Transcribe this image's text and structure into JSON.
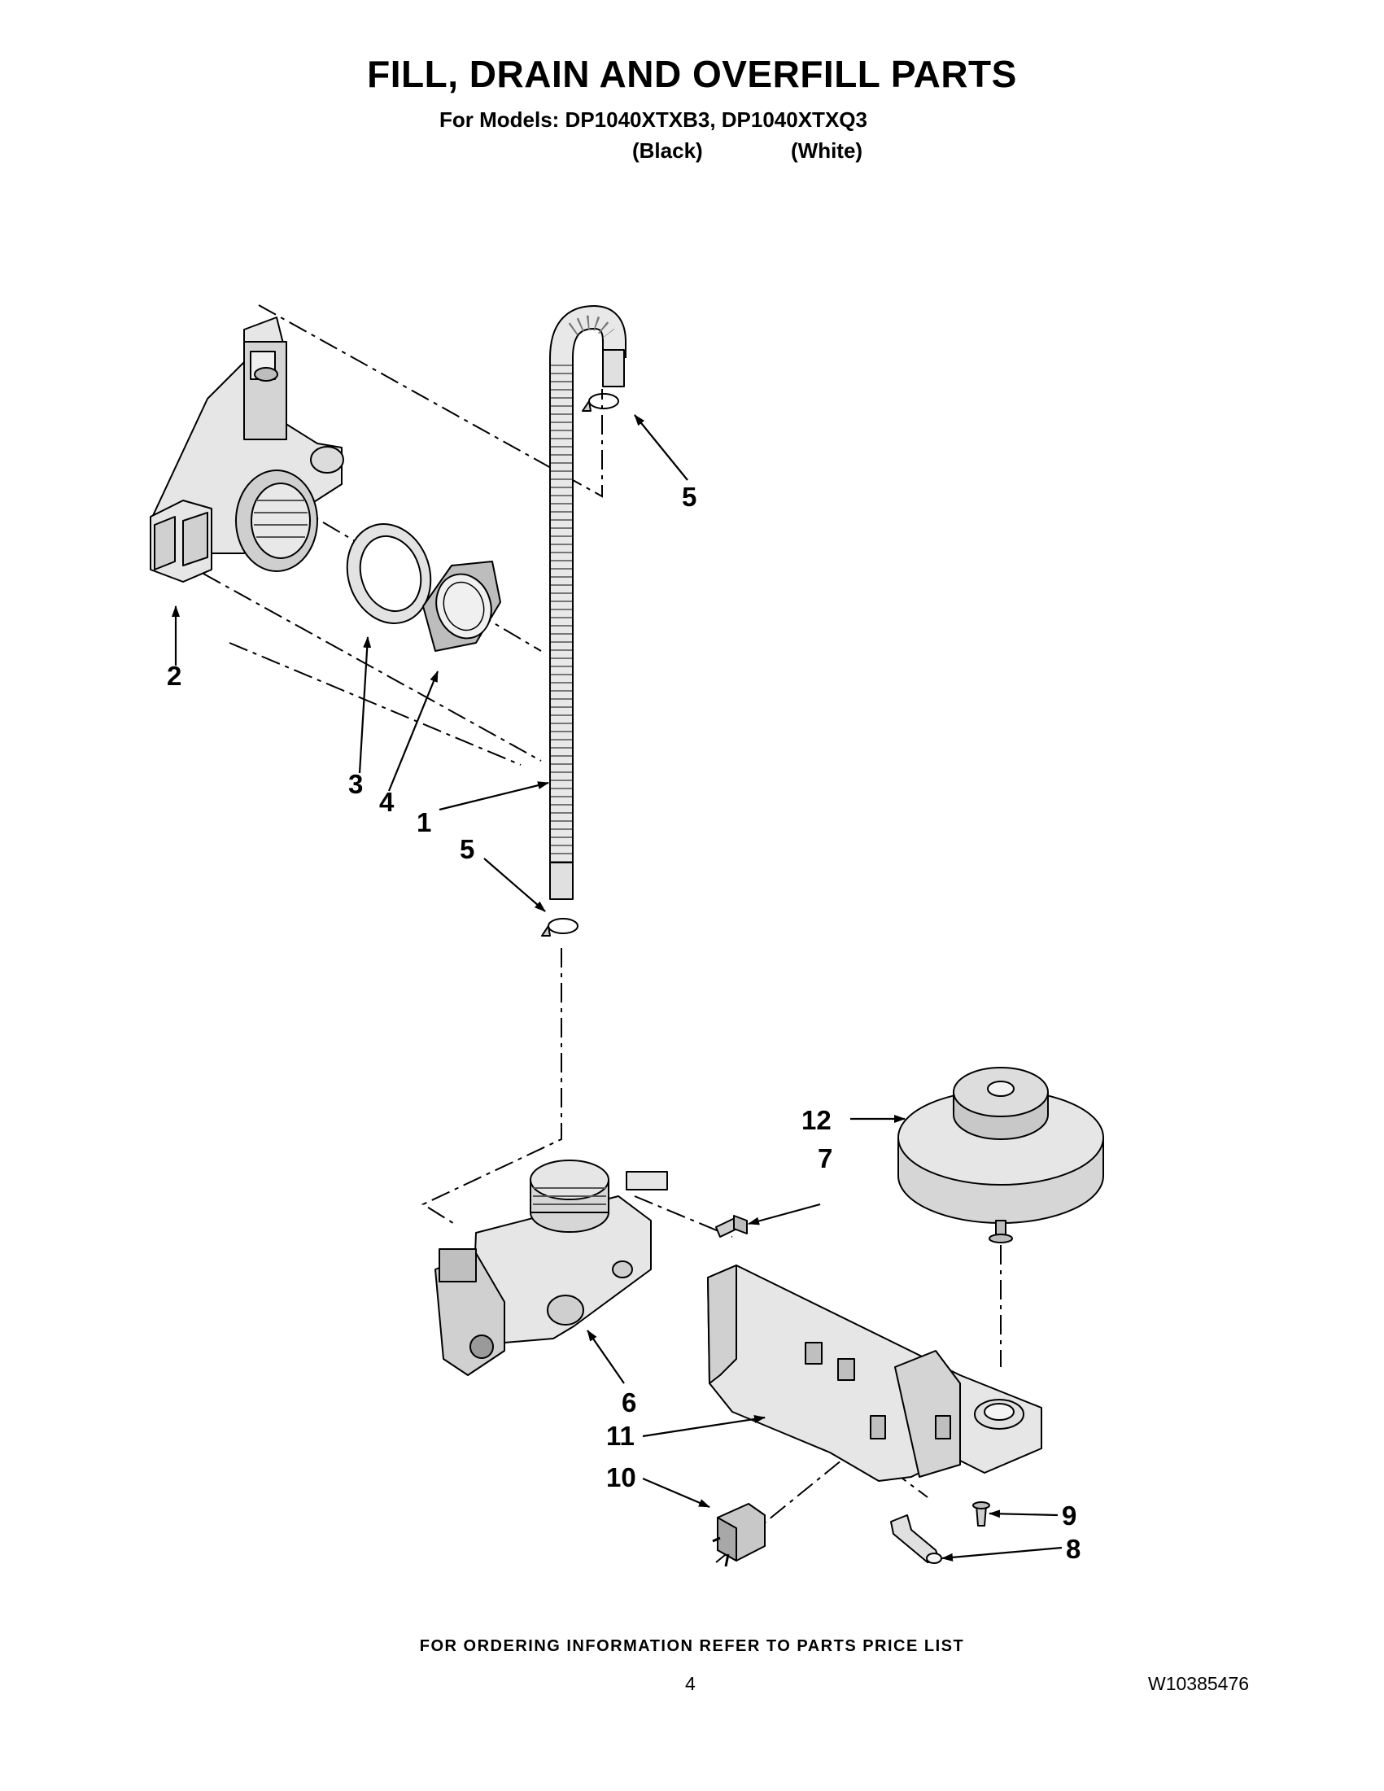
{
  "header": {
    "title": "FILL, DRAIN AND OVERFILL PARTS",
    "models_line": "For Models: DP1040XTXB3, DP1040XTXQ3",
    "variant_black": "(Black)",
    "variant_white": "(White)"
  },
  "callouts": {
    "c1": "1",
    "c2": "2",
    "c3": "3",
    "c4": "4",
    "c5a": "5",
    "c5b": "5",
    "c6": "6",
    "c7": "7",
    "c8": "8",
    "c9": "9",
    "c10": "10",
    "c11": "11",
    "c12": "12"
  },
  "footer": {
    "ordering_note": "FOR ORDERING INFORMATION REFER TO PARTS PRICE LIST",
    "page_number": "4",
    "document_number": "W10385476"
  },
  "colors": {
    "part_fill": "#e6e6e6",
    "part_shadow": "#bdbdbd",
    "line": "#000000"
  }
}
